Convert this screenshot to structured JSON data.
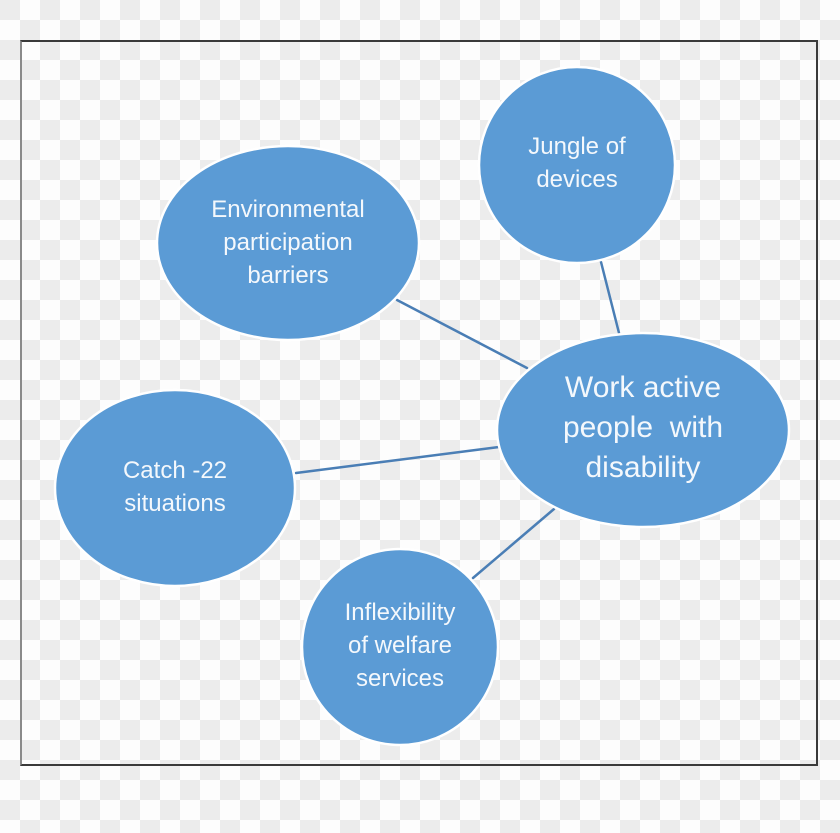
{
  "diagram": {
    "type": "hub-and-spoke concept map",
    "colors": {
      "node_fill": "#5b9bd5",
      "node_stroke": "#ffffff",
      "connector": "#4a7eb5",
      "text": "#f4f8fc",
      "frame": "#3a3a3a"
    },
    "center_node": {
      "id": "work-active",
      "lines": [
        "Work active",
        "people  with",
        "disability"
      ]
    },
    "nodes": [
      {
        "id": "environmental",
        "lines": [
          "Environmental",
          "participation",
          "barriers"
        ]
      },
      {
        "id": "jungle",
        "lines": [
          "Jungle of",
          "devices"
        ]
      },
      {
        "id": "catch22",
        "lines": [
          "Catch -22",
          "situations"
        ]
      },
      {
        "id": "inflexibility",
        "lines": [
          "Inflexibility",
          "of welfare",
          "services"
        ]
      }
    ],
    "edges": [
      {
        "from": "environmental",
        "to": "work-active"
      },
      {
        "from": "jungle",
        "to": "work-active"
      },
      {
        "from": "catch22",
        "to": "work-active"
      },
      {
        "from": "inflexibility",
        "to": "work-active"
      }
    ]
  }
}
